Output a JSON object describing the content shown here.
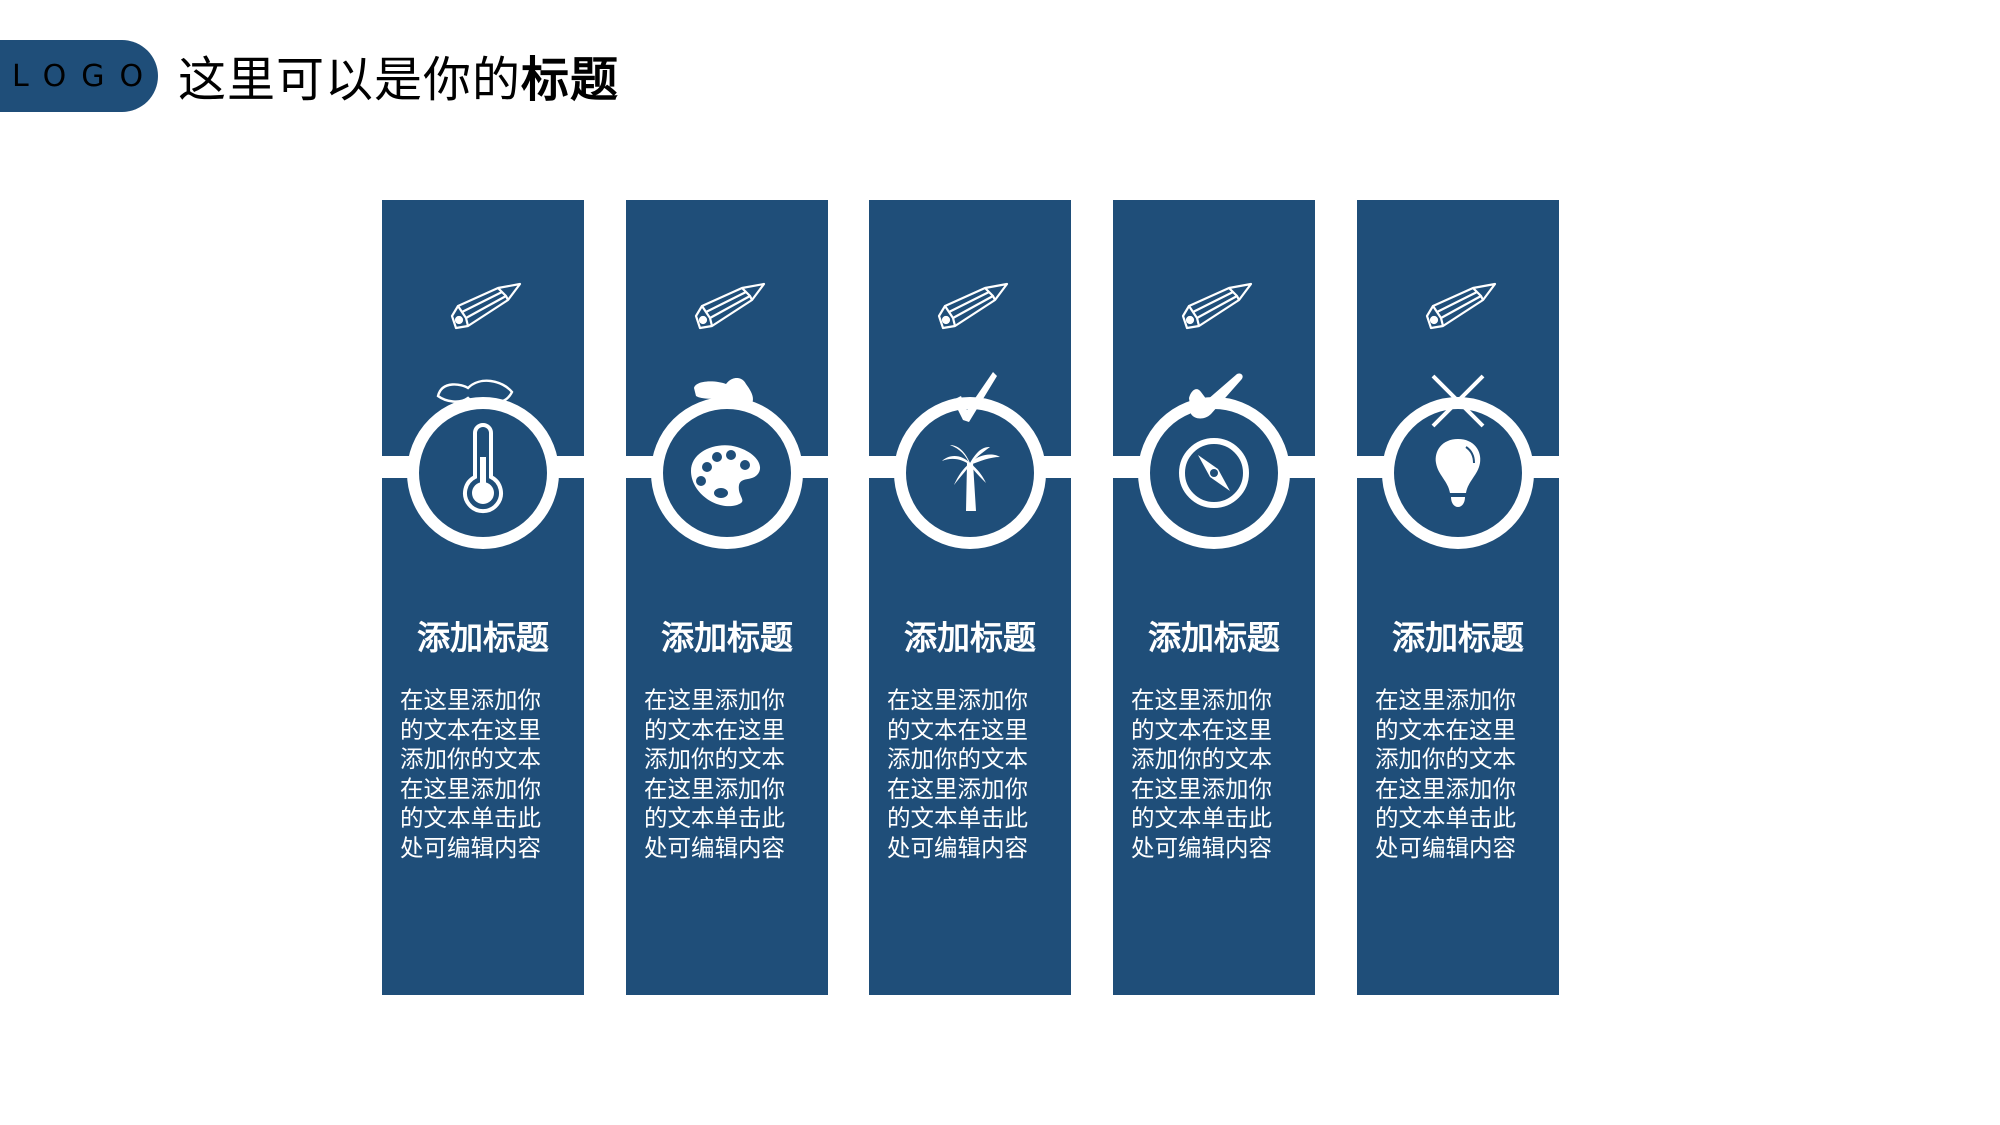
{
  "header": {
    "logo_label": "LOGO",
    "title_regular": "这里可以是你的",
    "title_bold": "标题"
  },
  "colors": {
    "primary": "#1F4E79",
    "background": "#FFFFFF",
    "accent_text": "#FFFFFF"
  },
  "columns": [
    {
      "top_icon": "pencil-icon",
      "center_icon": "thermometer-icon",
      "ring_decoration": "scribble-decoration",
      "heading": "添加标题",
      "body": "在这里添加你的文本在这里添加你的文本在这里添加你的文本单击此处可编辑内容"
    },
    {
      "top_icon": "pencil-icon",
      "center_icon": "palette-icon",
      "ring_decoration": "paint-drip-decoration",
      "heading": "添加标题",
      "body": "在这里添加你的文本在这里添加你的文本在这里添加你的文本单击此处可编辑内容"
    },
    {
      "top_icon": "pencil-icon",
      "center_icon": "palm-tree-icon",
      "ring_decoration": "checkmark-decoration",
      "heading": "添加标题",
      "body": "在这里添加你的文本在这里添加你的文本在这里添加你的文本单击此处可编辑内容"
    },
    {
      "top_icon": "pencil-icon",
      "center_icon": "compass-icon",
      "ring_decoration": "brush-check-decoration",
      "heading": "添加标题",
      "body": "在这里添加你的文本在这里添加你的文本在这里添加你的文本单击此处可编辑内容"
    },
    {
      "top_icon": "pencil-icon",
      "center_icon": "lightbulb-icon",
      "ring_decoration": "cross-mark-decoration",
      "heading": "添加标题",
      "body": "在这里添加你的文本在这里添加你的文本在这里添加你的文本单击此处可编辑内容"
    }
  ]
}
